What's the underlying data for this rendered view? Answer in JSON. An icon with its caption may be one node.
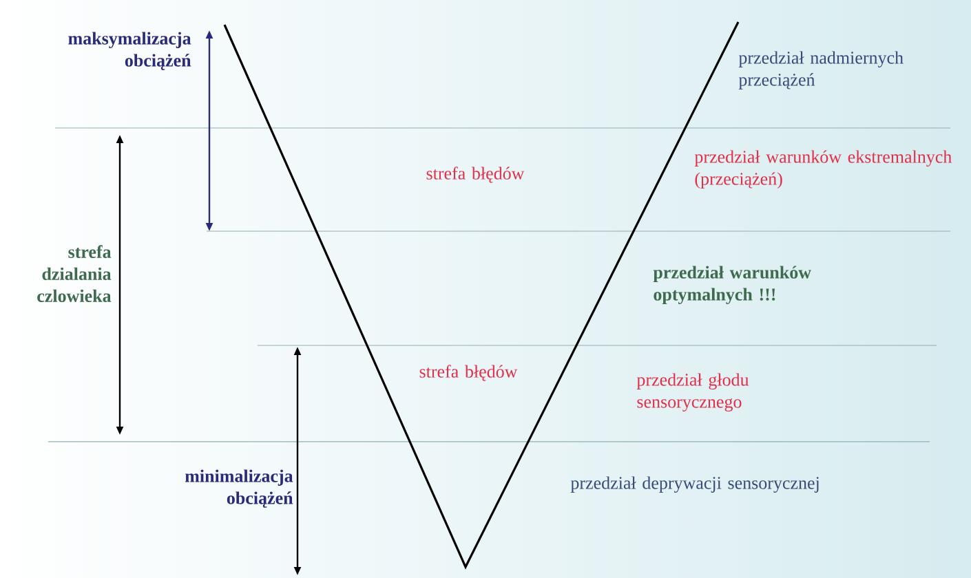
{
  "diagram": {
    "labels": [
      "maksymalizacja obciążeń",
      "przedział nadmiernych przeciążeń",
      "strefa błędów",
      "przedział warunków ekstremalnych (przeciążeń)",
      "strefa dzialania czlowieka",
      "przedział warunków optymalnych !!!",
      "strefa błędów",
      "przedział głodu sensorycznego",
      "minimalizacja obciążeń",
      "przedział deprywacji sensorycznej"
    ]
  }
}
